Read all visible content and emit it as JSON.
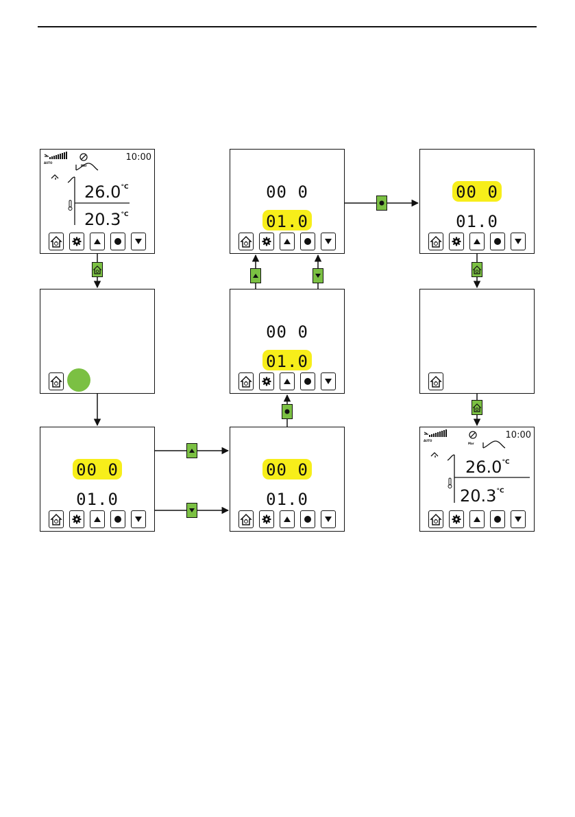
{
  "home_screen": {
    "time": "10:00",
    "mode_label": "AUTO",
    "day_label": "Mar",
    "setpoint": "26.0",
    "room_temp": "20.3",
    "unit": "°C"
  },
  "param_screen": {
    "param_code": "00 0",
    "param_value": "01.0"
  },
  "buttons": {
    "home": "home-power-icon",
    "settings": "gear-icon",
    "up": "triangle-up-icon",
    "ok": "circle-icon",
    "down": "triangle-down-icon"
  },
  "colors": {
    "highlight": "#f7ee1a",
    "action_green": "#7bc043"
  }
}
